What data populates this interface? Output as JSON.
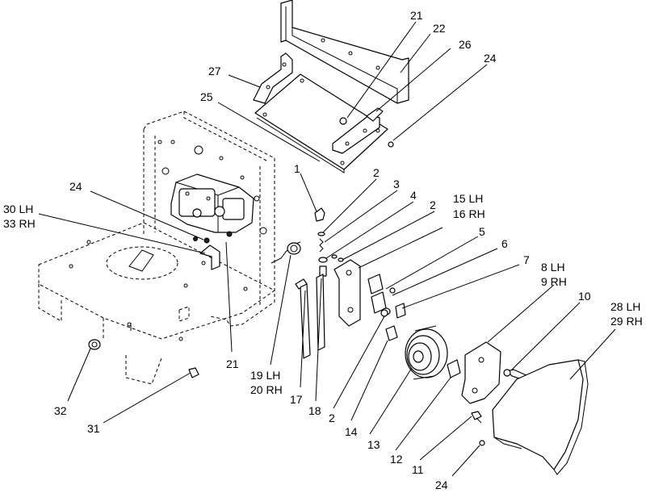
{
  "figure": {
    "callouts": {
      "c1": "1",
      "c2a": "2",
      "c2b": "2",
      "c2c": "2",
      "c3": "3",
      "c4": "4",
      "c5": "5",
      "c6": "6",
      "c7": "7",
      "c8": "8 LH",
      "c9": "9 RH",
      "c10": "10",
      "c11": "11",
      "c12": "12",
      "c13": "13",
      "c14": "14",
      "c15": "15 LH",
      "c16": "16 RH",
      "c17": "17",
      "c18": "18",
      "c19": "19 LH",
      "c20": "20 RH",
      "c21a": "21",
      "c21b": "21",
      "c22": "22",
      "c24a": "24",
      "c24b": "24",
      "c24c": "24",
      "c25": "25",
      "c26": "26",
      "c27": "27",
      "c28": "28 LH",
      "c29": "29 RH",
      "c30": "30 LH",
      "c31": "31",
      "c32": "32",
      "c33": "33 RH"
    }
  }
}
